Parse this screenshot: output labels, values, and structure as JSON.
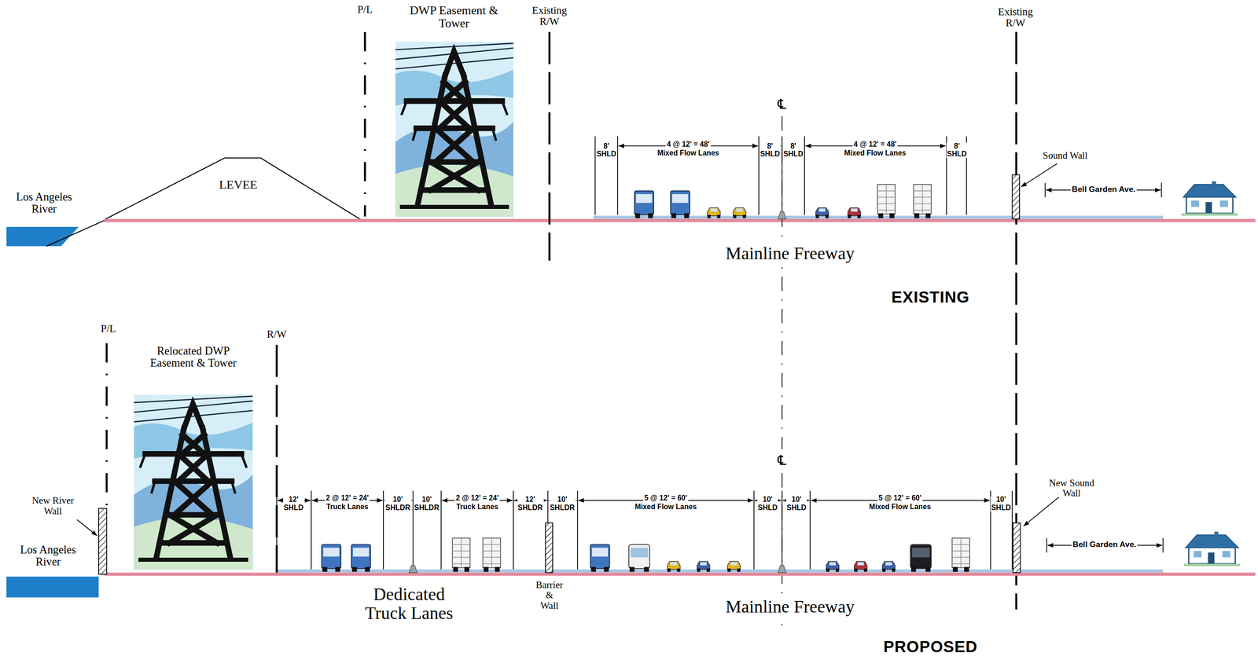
{
  "diagram": {
    "labels": [
      "P/L",
      "DWP Easement & Tower",
      "Existing R/W",
      "Los Angeles River",
      "LEVEE",
      "℄",
      "8' SHLD",
      "4 @ 12' = 48'",
      "Mixed Flow Lanes",
      "8' SHLD",
      "8' SHLD",
      "4 @ 12' = 48'",
      "Mixed Flow Lanes",
      "8' SHLD",
      "Existing R/W",
      "Sound Wall",
      "Bell Garden Ave.",
      "Mainline Freeway",
      "EXISTING",
      "P/L",
      "Relocated DWP Easement & Tower",
      "R/W",
      "New River Wall",
      "Los Angeles River",
      "12' SHLD",
      "2 @ 12' = 24'",
      "Truck Lanes",
      "10' SHLDR",
      "10' SHLDR",
      "2 @ 12' = 24'",
      "Truck Lanes",
      "12' SHLDR",
      "10' SHLDR",
      "5 @ 12' = 60'",
      "Mixed Flow Lanes",
      "10' SHLD",
      "10' SHLD",
      "5 @ 12' = 60'",
      "Mixed Flow Lanes",
      "10' SHLD",
      "New Sound Wall",
      "Bell Garden Ave.",
      "Barrier & Wall",
      "Dedicated Truck Lanes",
      "Mainline Freeway",
      "℄",
      "PROPOSED"
    ]
  }
}
